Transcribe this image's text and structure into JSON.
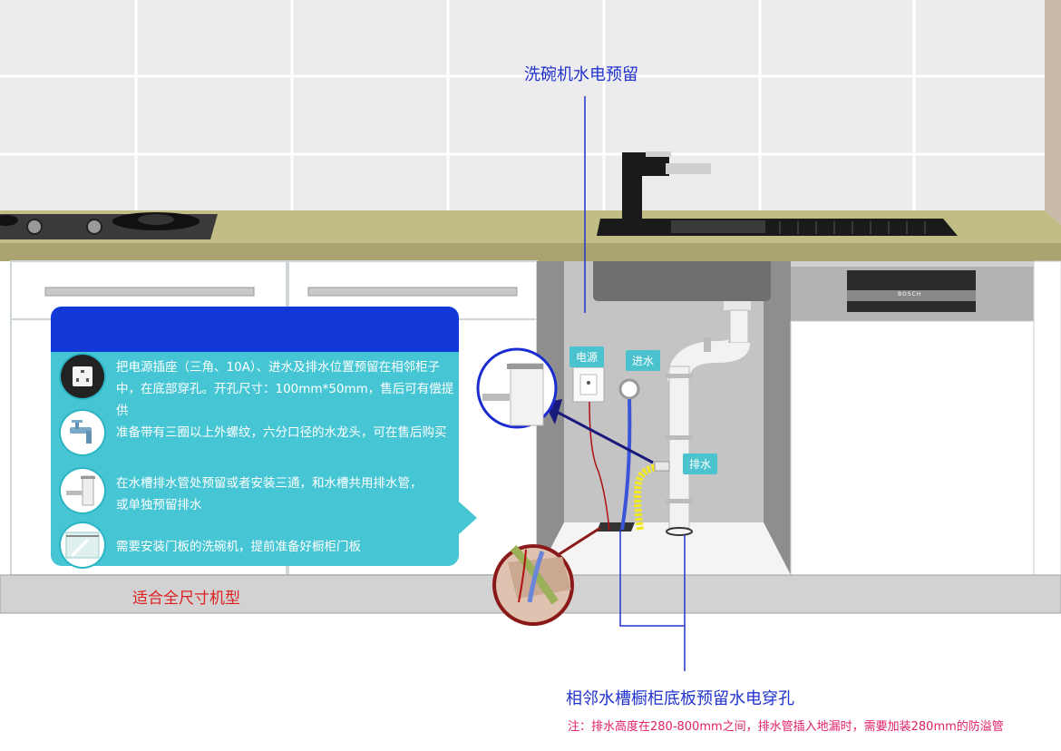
{
  "title_top": "洗碗机水电预留",
  "fit_label": "适合全尺寸机型",
  "bottom_title": "相邻水槽橱柜底板预留水电穿孔",
  "note": "注：排水高度在280-800mm之间，排水管插入地漏时，需要加装280mm的防溢管",
  "tags": {
    "power": "电源",
    "water_in": "进水",
    "drain": "排水"
  },
  "appliance_brand": "BOSCH",
  "items": [
    {
      "icon": "power-socket-icon",
      "lines": [
        "把电源插座（三角、10A）、进水及排水位置预留在相邻柜子",
        "中，在底部穿孔。开孔尺寸：100mm*50mm，售后可有偿提供"
      ]
    },
    {
      "icon": "faucet-icon",
      "lines": [
        "准备带有三圈以上外螺纹，六分口径的水龙头，可在售后购买"
      ]
    },
    {
      "icon": "drain-pipe-icon",
      "lines": [
        "在水槽排水管处预留或者安装三通，和水槽共用排水管，",
        "或单独预留排水"
      ]
    },
    {
      "icon": "cabinet-door-icon",
      "lines": [
        "需要安装门板的洗碗机，提前准备好橱柜门板"
      ]
    }
  ],
  "colors": {
    "panel": "#46c6d4",
    "panel_header": "#1238d8",
    "annotation": "#2233cc",
    "warning": "#e0206a",
    "tag": "#4ac3cf"
  }
}
